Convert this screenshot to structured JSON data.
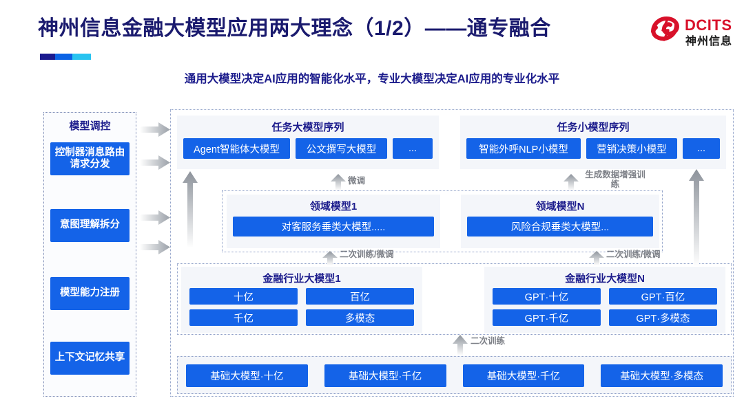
{
  "header": {
    "title": "神州信息金融大模型应用两大理念（1/2）——通专融合",
    "subtitle": "通用大模型决定AI应用的智能化水平，专业大模型决定AI应用的专业化水平",
    "logo_text": "DCITS",
    "logo_sub": "神州信息",
    "accent_navy": "#1b1b8f",
    "accent_blue": "#0b63e5",
    "accent_cyan": "#28c3f0",
    "brand_red": "#d8112a"
  },
  "control_panel": {
    "title": "模型调控",
    "items": [
      {
        "label": "控制器消息路由请求分发"
      },
      {
        "label": "意图理解拆分"
      },
      {
        "label": "模型能力注册"
      },
      {
        "label": "上下文记忆共享"
      }
    ]
  },
  "task_big": {
    "title": "任务大模型序列",
    "chips": [
      "Agent智能体大模型",
      "公文撰写大模型",
      "..."
    ]
  },
  "task_small": {
    "title": "任务小模型序列",
    "chips": [
      "智能外呼NLP小模型",
      "营销决策小模型",
      "..."
    ]
  },
  "domain_models": [
    {
      "title": "领域模型1",
      "chips": [
        "对客服务垂类大模型....."
      ]
    },
    {
      "title": "领域模型N",
      "chips": [
        "风险合规垂类大模型..."
      ]
    }
  ],
  "industry_models": [
    {
      "title": "金融行业大模型1",
      "chips": [
        "十亿",
        "百亿",
        "千亿",
        "多模态"
      ]
    },
    {
      "title": "金融行业大模型N",
      "chips": [
        "GPT·十亿",
        "GPT·百亿",
        "GPT·千亿",
        "GPT·多模态"
      ]
    }
  ],
  "base_models": {
    "chips": [
      "基础大模型·十亿",
      "基础大模型·千亿",
      "基础大模型·千亿",
      "基础大模型·多模态"
    ]
  },
  "arrow_labels": {
    "fine_tune": "微调",
    "data_aug": "生成数据增强训练",
    "retrain_tune_1": "二次训练/微调",
    "retrain_tune_2": "二次训练/微调",
    "retrain": "二次训练"
  },
  "colors": {
    "chip_blue": "#1463e8",
    "panel_bg": "#f4f6fa",
    "dotted_border": "#8fa0c8",
    "arrow_gray": "#9aa0a8",
    "title_navy": "#1a1a6e"
  }
}
